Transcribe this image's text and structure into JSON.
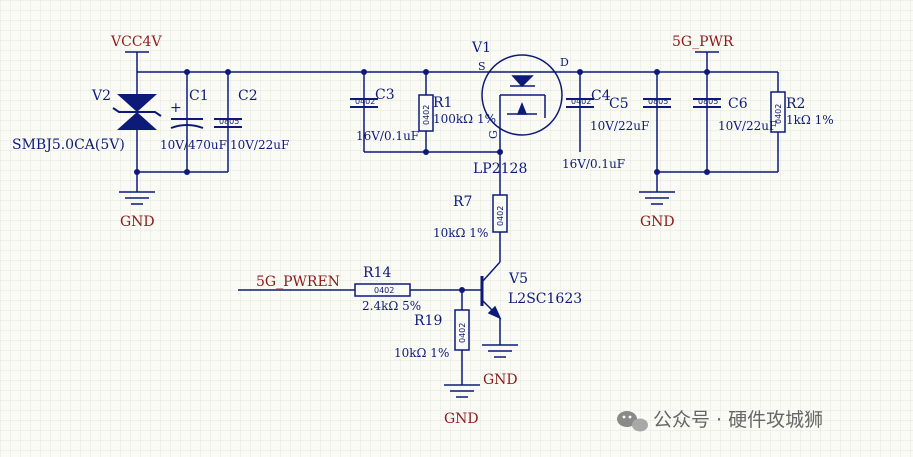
{
  "nets": {
    "vcc": "VCC4V",
    "pwr": "5G_PWR",
    "pwren": "5G_PWREN",
    "gnd_left": "GND",
    "gnd_right": "GND",
    "gnd_q": "GND",
    "gnd_r19": "GND"
  },
  "components": {
    "v2": {
      "designator": "V2",
      "value": "SMBJ5.0CA(5V)"
    },
    "c1": {
      "designator": "C1",
      "value": "10V/470uF",
      "polarity": "+"
    },
    "c2": {
      "designator": "C2",
      "value": "10V/22uF",
      "package": "0805"
    },
    "c3": {
      "designator": "C3",
      "value": "16V/0.1uF",
      "package": "0402"
    },
    "r1": {
      "designator": "R1",
      "value": "100kΩ 1%",
      "package": "0402"
    },
    "v1": {
      "designator": "V1",
      "value": "LP2128",
      "pin_s": "S",
      "pin_d": "D",
      "pin_g": "G"
    },
    "c4": {
      "designator": "C4",
      "value": "16V/0.1uF",
      "package": "0402"
    },
    "c5": {
      "designator": "C5",
      "value": "10V/22uF",
      "package": "0805"
    },
    "c6": {
      "designator": "C6",
      "value": "10V/22uF",
      "package": "0805"
    },
    "r2": {
      "designator": "R2",
      "value": "1kΩ 1%",
      "package": "0402"
    },
    "r7": {
      "designator": "R7",
      "value": "10kΩ 1%",
      "package": "0402"
    },
    "r14": {
      "designator": "R14",
      "value": "2.4kΩ 5%",
      "package": "0402"
    },
    "v5": {
      "designator": "V5",
      "value": "L2SC1623"
    },
    "r19": {
      "designator": "R19",
      "value": "10kΩ 1%",
      "package": "0402"
    }
  },
  "watermark": {
    "text": "公众号 · 硬件攻城狮",
    "icon": "wechat-icon"
  },
  "colors": {
    "wire": "#0d1a78",
    "net_label": "#8b1a1a",
    "grid": "#e6e6df",
    "background": "#fbfbf6"
  }
}
